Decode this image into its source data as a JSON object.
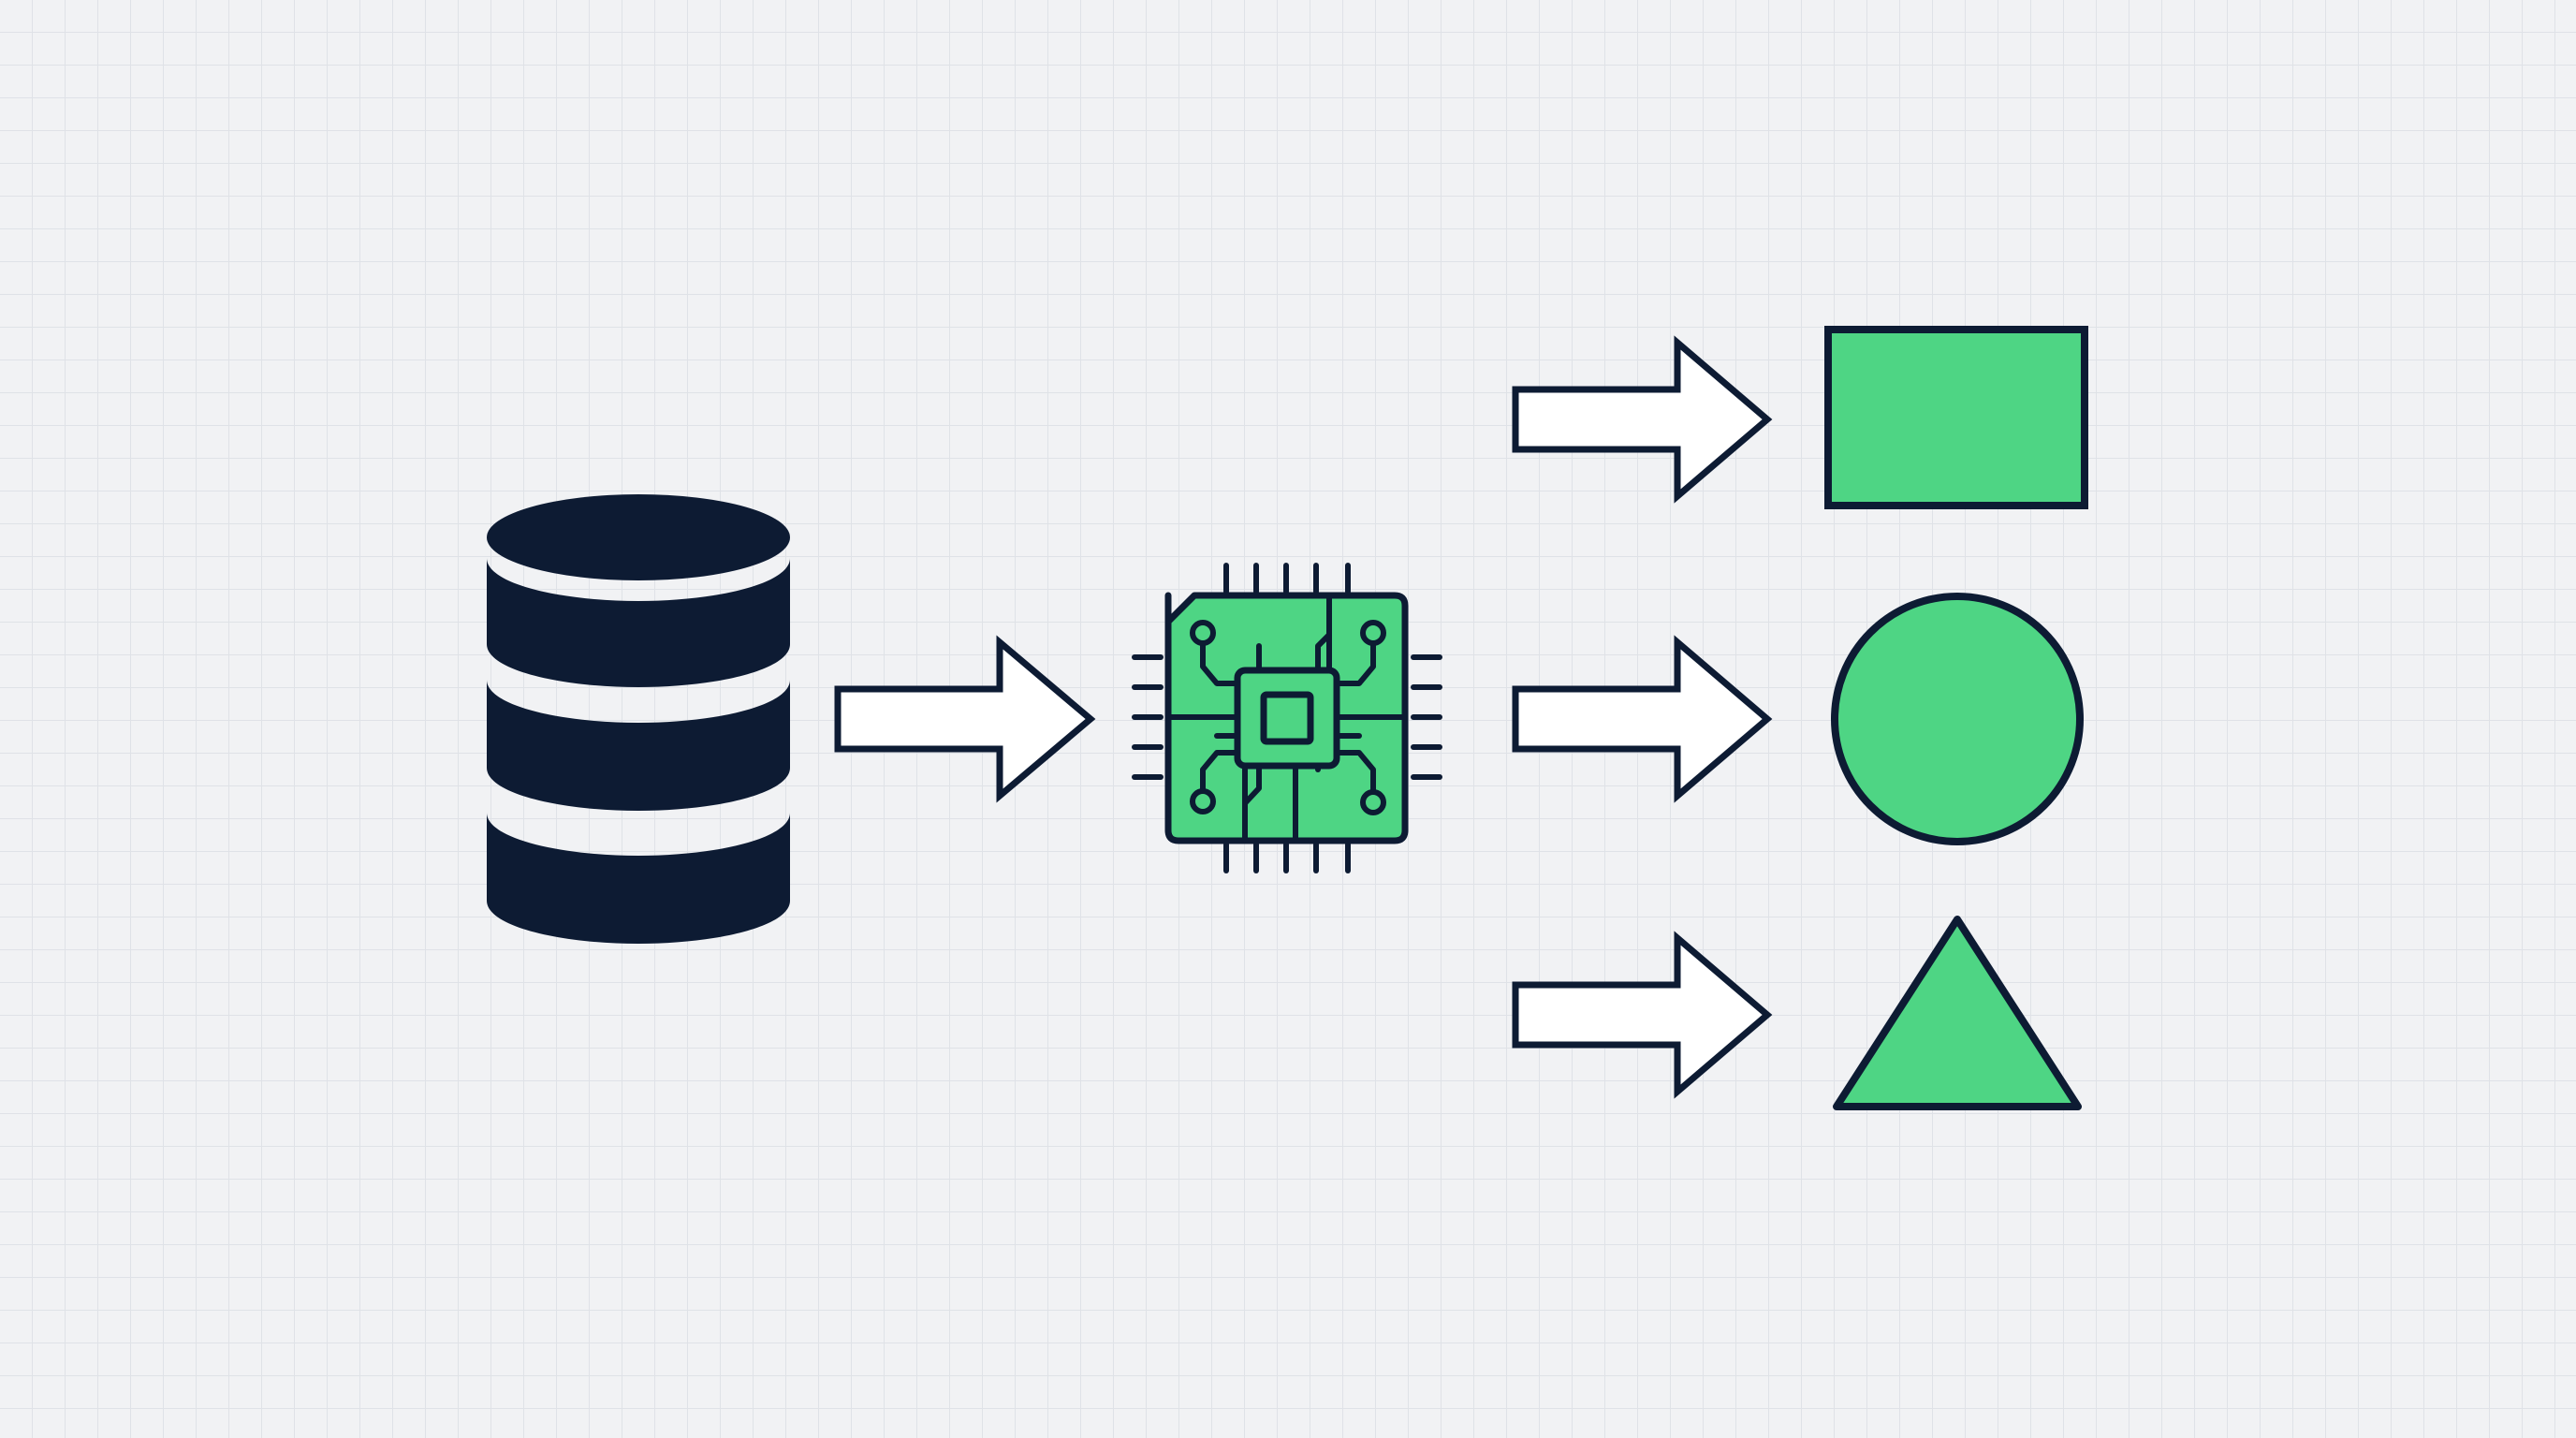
{
  "diagram": {
    "nodes": [
      {
        "id": "database",
        "icon": "database-icon"
      },
      {
        "id": "processor",
        "icon": "cpu-chip-icon"
      },
      {
        "id": "output-rectangle",
        "icon": "rectangle-shape"
      },
      {
        "id": "output-circle",
        "icon": "circle-shape"
      },
      {
        "id": "output-triangle",
        "icon": "triangle-shape"
      }
    ],
    "edges": [
      {
        "from": "database",
        "to": "processor"
      },
      {
        "from": "processor",
        "to": "output-rectangle"
      },
      {
        "from": "processor",
        "to": "output-circle"
      },
      {
        "from": "processor",
        "to": "output-triangle"
      }
    ]
  },
  "colors": {
    "background": "#f1f2f4",
    "grid": "#dfe2e7",
    "ink": "#0d1b33",
    "accent_green": "#4ed584",
    "arrow_fill": "#ffffff"
  }
}
